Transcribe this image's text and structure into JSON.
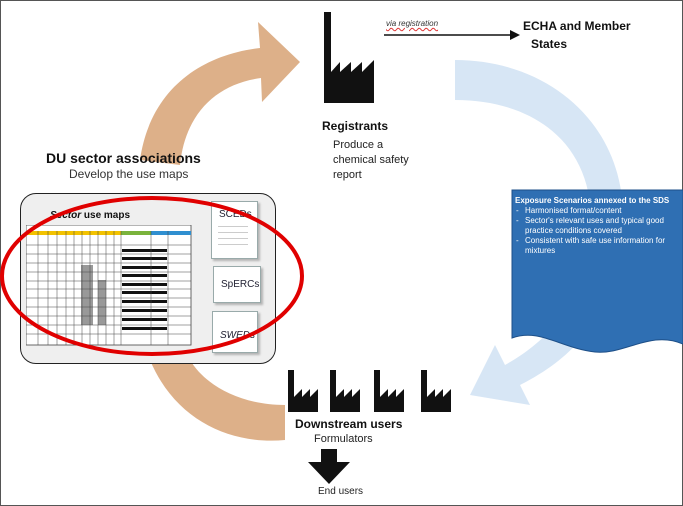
{
  "labels": {
    "du_title": "DU sector associations",
    "du_subtitle": "Develop the use maps",
    "registrants_title": "Registrants",
    "registrants_sub": "Produce a chemical safety report",
    "echa_line1": "ECHA and Member",
    "echa_line2": "States",
    "via_registration": "via registration",
    "downstream_title": "Downstream users",
    "downstream_sub": "Formulators",
    "end_users": "End users",
    "sector_prefix": "Sector",
    "sector_suffix": " use maps",
    "doc_sced": "SCEDs",
    "doc_sperc": "SpERCs",
    "doc_swed": "SWEDs"
  },
  "exposure_box": {
    "title": "Exposure Scenarios annexed to the SDS",
    "items": [
      "Harmonised format/content",
      "Sector's relevant uses and typical good practice conditions covered",
      "Consistent with safe use information for mixtures"
    ]
  },
  "colors": {
    "left_arrow": "#d9a77c",
    "right_arrow": "#d7e6f5",
    "exposure_box": "#2f6fb3",
    "highlight_circle": "#e00000"
  }
}
